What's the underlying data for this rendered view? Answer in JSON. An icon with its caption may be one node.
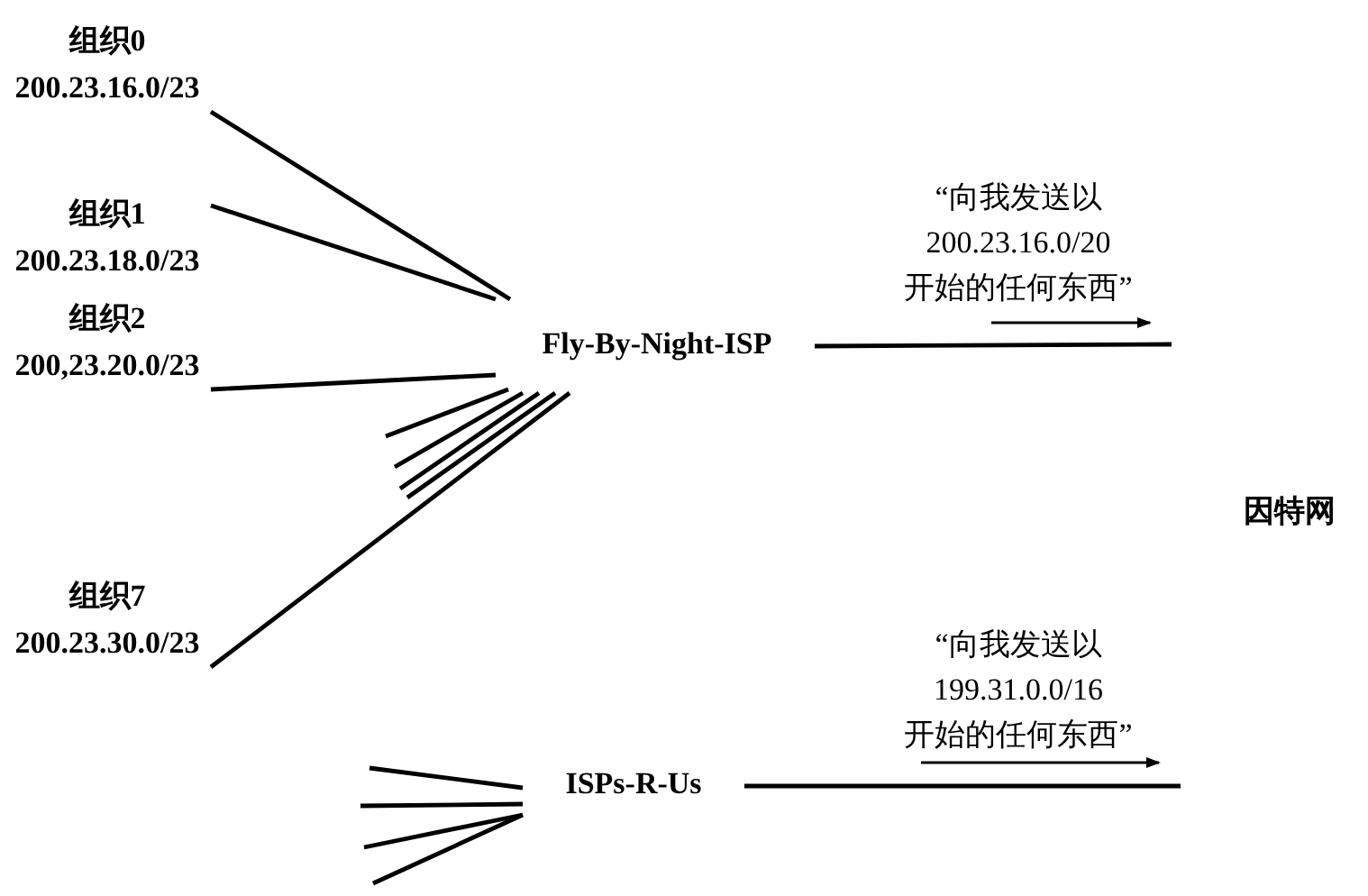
{
  "diagram": {
    "nodes": [
      {
        "text": [
          "组织0",
          "200.23.16.0/23"
        ]
      },
      {
        "text": [
          "组织1",
          "200.23.18.0/23"
        ]
      },
      {
        "text": [
          "组织2",
          "200,23.20.0/23"
        ]
      },
      {
        "text": [
          "组织7",
          "200.23.30.0/23"
        ]
      },
      {
        "text": [
          "Fly-By-Night-ISP"
        ]
      },
      {
        "text": [
          "ISPs-R-Us"
        ]
      }
    ],
    "edges": [
      {
        "from": 0,
        "to": 4,
        "arrow": "none"
      },
      {
        "from": 1,
        "to": 4,
        "arrow": "none"
      },
      {
        "from": 2,
        "to": 4,
        "arrow": "none"
      },
      {
        "from": 3,
        "to": 4,
        "arrow": "none"
      },
      {
        "from": 4,
        "to": null,
        "arrow": "none"
      },
      {
        "from": 4,
        "to": null,
        "arrow": "none"
      },
      {
        "from": 4,
        "to": null,
        "arrow": "none"
      },
      {
        "from": 4,
        "to": null,
        "arrow": "none"
      },
      {
        "from": 4,
        "to": null,
        "arrow": "none",
        "label": "“向我发送以 200.23.16.0/20 开始的任何东西”"
      },
      {
        "from": 5,
        "to": null,
        "arrow": "none"
      },
      {
        "from": 5,
        "to": null,
        "arrow": "none"
      },
      {
        "from": 5,
        "to": null,
        "arrow": "none"
      },
      {
        "from": 5,
        "to": null,
        "arrow": "none"
      },
      {
        "from": 5,
        "to": null,
        "arrow": "none",
        "label": "“向我发送以 199.31.0.0/16 开始的任何东西”"
      }
    ],
    "labels": [
      "因特网"
    ]
  }
}
